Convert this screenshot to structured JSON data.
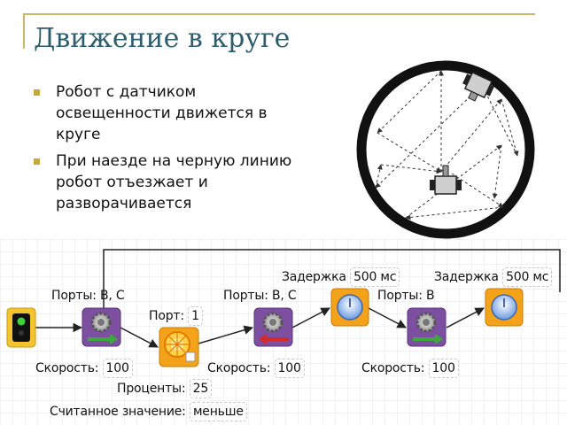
{
  "slide": {
    "title": "Движение в круге",
    "bullets": [
      "Робот с датчиком освещенности движется в круге",
      "При наезде на черную линию робот отъезжает и разворачивается"
    ]
  },
  "program": {
    "start_icon": "traffic-light-icon",
    "motor1": {
      "ports_label": "Порты:",
      "ports_value": "B, C",
      "speed_label": "Скорость:",
      "speed_value": "100",
      "direction": "forward"
    },
    "light_sensor": {
      "port_label": "Порт:",
      "port_value": "1",
      "percent_label": "Проценты:",
      "percent_value": "25",
      "reading_label": "Считанное значение:",
      "reading_value": "меньше"
    },
    "motor2": {
      "ports_label": "Порты:",
      "ports_value": "B, C",
      "speed_label": "Скорость:",
      "speed_value": "100",
      "direction": "backward"
    },
    "delay1": {
      "label": "Задержка",
      "value": "500 мс"
    },
    "motor3": {
      "ports_label": "Порты:",
      "ports_value": "B",
      "speed_label": "Скорость:",
      "speed_value": "100",
      "direction": "forward"
    },
    "delay2": {
      "label": "Задержка",
      "value": "500 мс"
    }
  },
  "colors": {
    "title": "#2e5e6e",
    "bullet": "#c8a83a",
    "frame_line": "#c8b66a",
    "motor_block": "#7c4fa0",
    "sensor_block": "#f4a21a",
    "delay_block": "#f4a21a",
    "start_block": "#f4c430",
    "forward_arrow": "#3caa3c",
    "backward_arrow": "#d42a2a"
  }
}
